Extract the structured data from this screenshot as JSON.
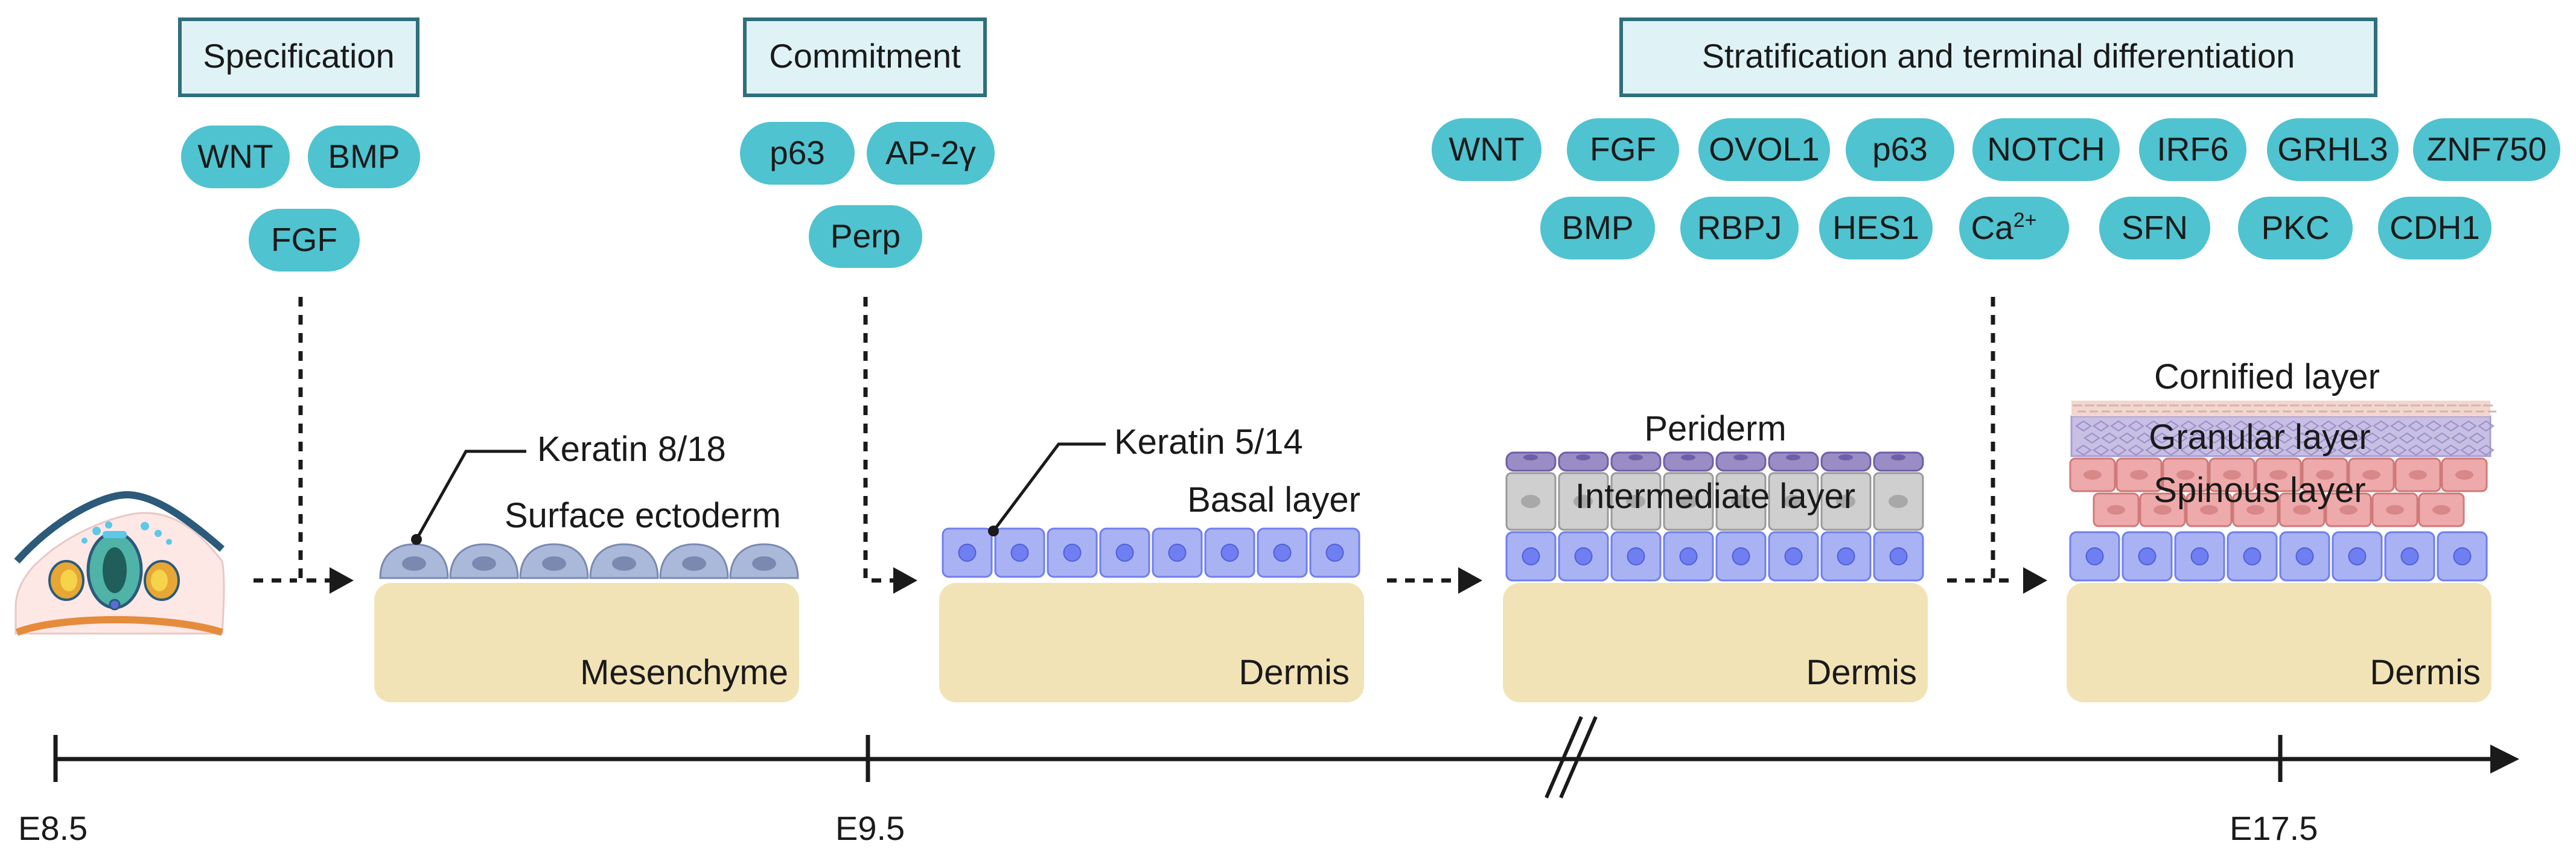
{
  "colors": {
    "stage_box_fill": "#dff3f6",
    "stage_box_stroke": "#2f6f7c",
    "factor_pill": "#4fc3cf",
    "tissue": "#f2e3b7",
    "surface_cell": "#aab9d9",
    "basal_cell": "#a9b3f3",
    "basal_nucleus": "#6f7ef0",
    "periderm": "#9a8cc4",
    "intermediate": "#cfcfcf",
    "spinous": "#eeaaaa",
    "granular": "#c8bfe4",
    "cornified": "#f1d7cf"
  },
  "stages": [
    {
      "label": "Specification",
      "factors": [
        "WNT",
        "BMP",
        "FGF"
      ]
    },
    {
      "label": "Commitment",
      "factors": [
        "p63",
        "AP-2γ",
        "Perp"
      ]
    },
    {
      "label": "Stratification and terminal differentiation",
      "factors_row1": [
        "WNT",
        "FGF",
        "OVOL1",
        "p63",
        "NOTCH",
        "IRF6",
        "GRHL3",
        "ZNF750"
      ],
      "factors_row2": [
        "BMP",
        "RBPJ",
        "HES1",
        "Ca",
        "SFN",
        "PKC",
        "CDH1"
      ],
      "ca_superscript": "2+"
    }
  ],
  "panels": {
    "p1": {
      "keratin": "Keratin 8/18",
      "layer": "Surface ectoderm",
      "tissue": "Mesenchyme"
    },
    "p2": {
      "keratin": "Keratin 5/14",
      "layer": "Basal layer",
      "tissue": "Dermis"
    },
    "p3": {
      "periderm": "Periderm",
      "intermediate": "Intermediate layer",
      "tissue": "Dermis"
    },
    "p4": {
      "cornified": "Cornified  layer",
      "granular": "Granular  layer",
      "spinous": "Spinous  layer",
      "tissue": "Dermis"
    }
  },
  "timeline": {
    "ticks": [
      "E8.5",
      "E9.5",
      "E17.5"
    ]
  }
}
